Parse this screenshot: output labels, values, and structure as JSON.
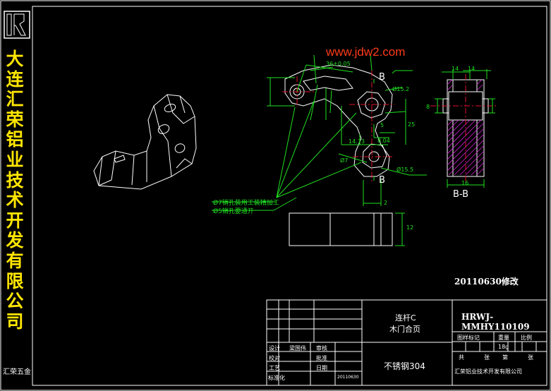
{
  "company": {
    "vertical_name": [
      "大",
      "连",
      "汇",
      "荣",
      "铝",
      "业",
      "技",
      "术",
      "开",
      "发",
      "有",
      "限",
      "公",
      "司"
    ],
    "footer_brand": "汇荣五金"
  },
  "watermark": "www.jdw2.com",
  "drawing": {
    "section_label_top": "B",
    "section_label_bottom": "B",
    "section_view_label": "B-B",
    "dimensions": {
      "d36": "36±0.05",
      "d5": "5",
      "d25": "25",
      "d14_73": "14.73",
      "d8_04": "8.04",
      "d2": "2",
      "d14a": "14",
      "d14b": "14",
      "d16": "16",
      "d8": "8",
      "phi15_2": "Ø15.2",
      "phi7": "Ø7",
      "phi15_5": "Ø15.5",
      "d12": "12"
    },
    "note_line1": "Ø7销孔装用工装精加工",
    "note_line2": "Ø5销孔要通开",
    "revision_note": "20110630修改"
  },
  "title_block": {
    "part_name_line1": "连杆C",
    "part_name_line2": "木门合页",
    "drawing_number": "HRWJ-MMHY110109",
    "material": "不锈钢304",
    "company_full": "汇荣铝业技术开发有限公司",
    "headers": [
      "图样标记",
      "重量",
      "比例"
    ],
    "weight": "18g",
    "sheet_labels": [
      "共",
      "张",
      "第",
      "张"
    ],
    "roles": [
      "设计",
      "校对",
      "工艺",
      "标准化"
    ],
    "designer": "梁国伟",
    "review_labels": [
      "审核",
      "批准",
      "日期"
    ],
    "date": "20110630"
  }
}
